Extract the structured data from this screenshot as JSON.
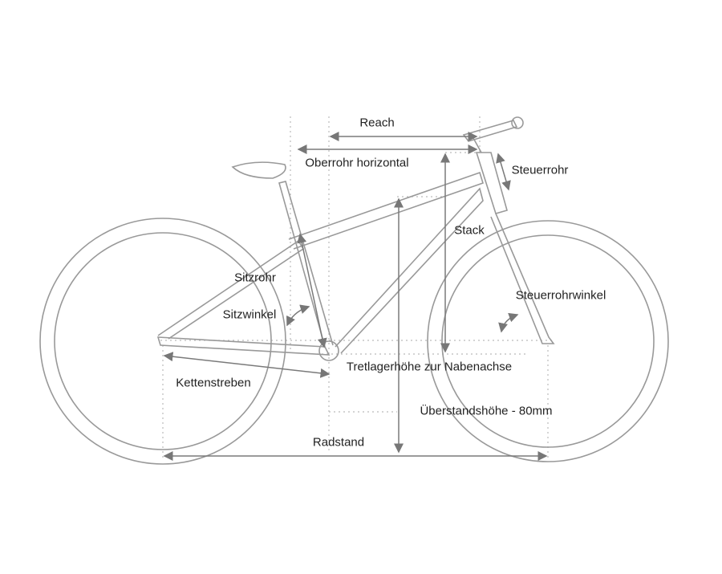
{
  "labels": {
    "reach": "Reach",
    "top_tube_horizontal": "Oberrohr horizontal",
    "head_tube": "Steuerrohr",
    "stack": "Stack",
    "seat_tube": "Sitzrohr",
    "head_tube_angle": "Steuerrohrwinkel",
    "seat_angle": "Sitzwinkel",
    "bb_drop": "Tretlagerhöhe zur Nabenachse",
    "chainstays": "Kettenstreben",
    "standover": "Überstandshöhe - 80mm",
    "wheelbase": "Radstand"
  }
}
